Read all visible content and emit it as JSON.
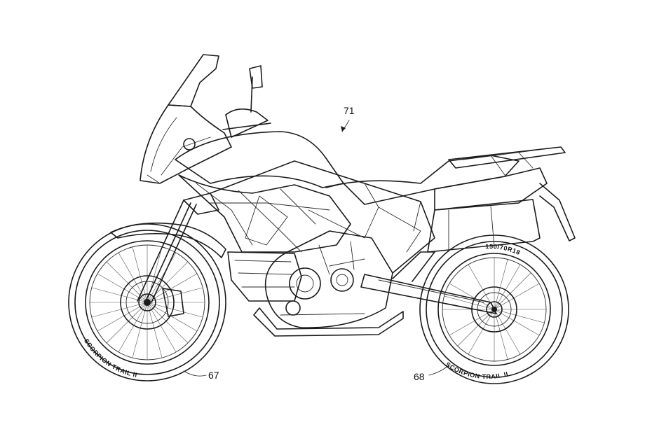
{
  "reference_numerals": {
    "vehicle": "71",
    "front_wheel": "67",
    "rear_wheel": "68"
  },
  "tire_markings": {
    "front_brand": "SCORPION TRAIL II",
    "rear_brand": "SCORPION TRAIL II",
    "rear_size": "150/70R18"
  },
  "colors": {
    "line": "#1a1a1a",
    "background": "#ffffff"
  }
}
